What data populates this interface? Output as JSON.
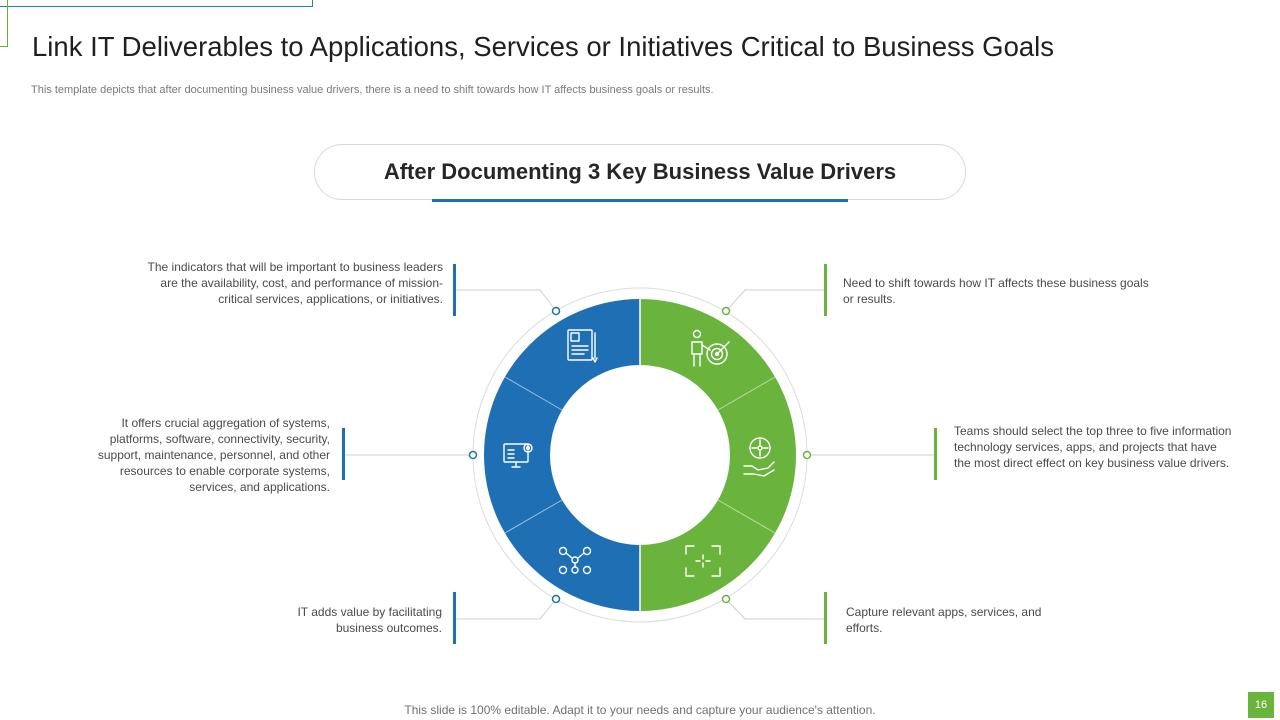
{
  "slide": {
    "title": "Link IT Deliverables to Applications, Services or Initiatives Critical to Business Goals",
    "subtitle": "This template depicts that after documenting business value drivers, there is a need to shift towards how IT affects business goals or results.",
    "header": "After Documenting 3 Key Business Value Drivers",
    "footer": "This slide is 100% editable. Adapt it to your needs and capture your audience's attention.",
    "page_number": "16"
  },
  "colors": {
    "blue": "#1f6fb5",
    "green": "#6ab33d",
    "ring": "#d9d9d9"
  },
  "segments": [
    {
      "id": "top-left",
      "color": "blue",
      "icon": "document-icon"
    },
    {
      "id": "mid-left",
      "color": "blue",
      "icon": "monitor-gear-icon"
    },
    {
      "id": "bottom-left",
      "color": "blue",
      "icon": "network-people-icon"
    },
    {
      "id": "top-right",
      "color": "green",
      "icon": "presenter-target-icon"
    },
    {
      "id": "mid-right",
      "color": "green",
      "icon": "hand-network-icon"
    },
    {
      "id": "bottom-right",
      "color": "green",
      "icon": "focus-frame-icon"
    }
  ],
  "descriptions": {
    "top_left": "The indicators that will be important to business leaders are the availability, cost, and performance of mission-critical services, applications, or initiatives.",
    "mid_left": "It offers crucial aggregation of systems, platforms, software, connectivity, security, support, maintenance, personnel, and other resources to enable corporate systems, services, and applications.",
    "bottom_left": "IT adds value by facilitating business outcomes.",
    "top_right": "Need to shift towards how IT affects these business goals or results.",
    "mid_right": "Teams should select the top three to five information technology services, apps, and projects that have the most direct effect on key business value drivers.",
    "bottom_right": "Capture relevant apps, services, and efforts."
  }
}
